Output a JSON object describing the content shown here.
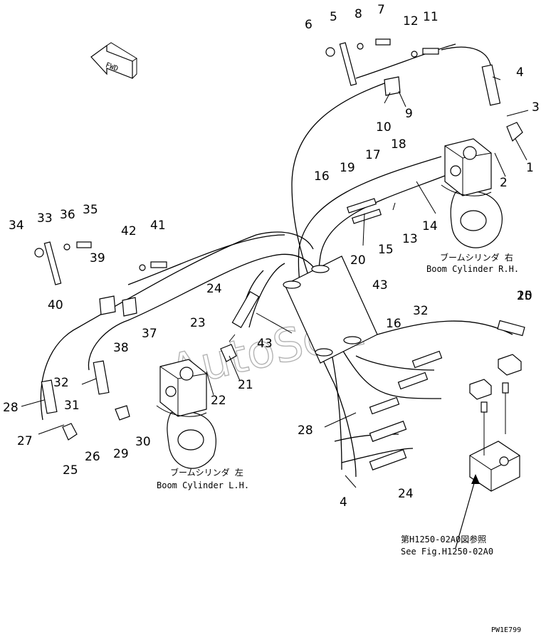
{
  "fwd_label": "FWD",
  "watermark": "AutoSoft",
  "callouts": [
    "1",
    "2",
    "3",
    "4",
    "5",
    "6",
    "7",
    "8",
    "9",
    "10",
    "11",
    "12",
    "13",
    "14",
    "15",
    "16",
    "17",
    "18",
    "19",
    "20",
    "15",
    "16",
    "20",
    "43",
    "24",
    "23",
    "43",
    "21",
    "22",
    "32",
    "28",
    "31",
    "27",
    "25",
    "26",
    "29",
    "30",
    "34",
    "33",
    "36",
    "35",
    "42",
    "41",
    "39",
    "40",
    "37",
    "38",
    "32",
    "28",
    "4",
    "24",
    "20"
  ],
  "boom_rh": {
    "jp": "ブームシリンダ 右",
    "en": "Boom Cylinder R.H."
  },
  "boom_lh": {
    "jp": "ブームシリンダ 左",
    "en": "Boom Cylinder L.H."
  },
  "ref": {
    "jp": "第H1250-02A0図参照",
    "en": "See Fig.H1250-02A0"
  },
  "code": "PW1E799"
}
